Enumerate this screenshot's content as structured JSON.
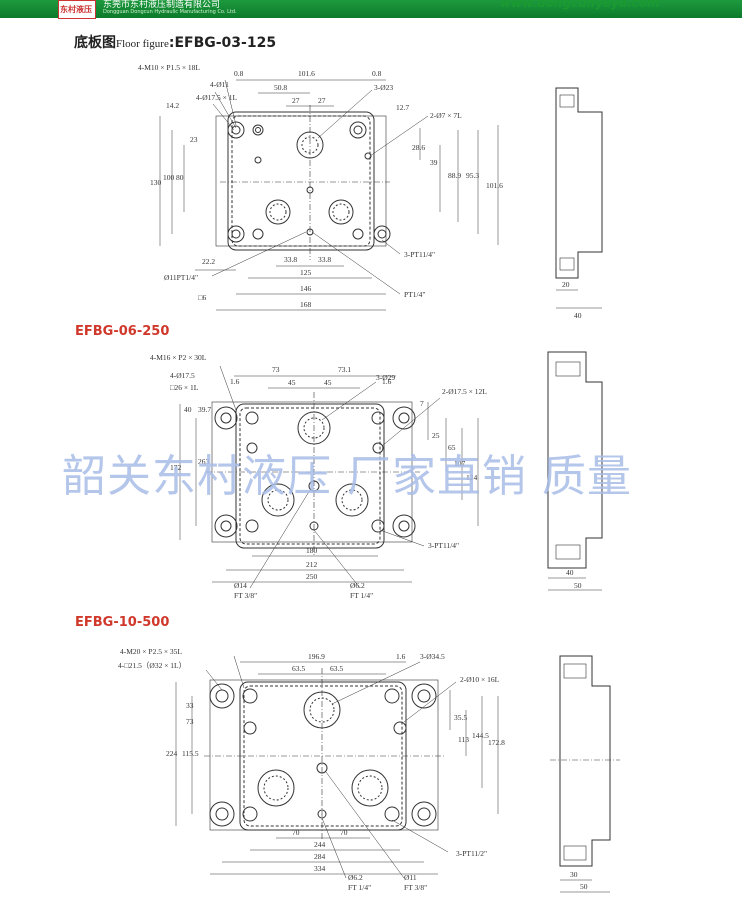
{
  "header": {
    "logo": "东村液压",
    "company_cn": "东莞市东村液压制造有限公司",
    "company_en": "Dongguan Dongcun Hydraulic Manufacturing Co. Ltd.",
    "website": "www.dongcunyeya.com"
  },
  "title": {
    "cn": "底板图",
    "en": "Floor figure",
    "model": ":EFBG-03-125"
  },
  "watermark": "韶关东村液压 厂家直销 质量",
  "d1": {
    "t1": "4-M10 × P1.5 × 18L",
    "t2": "4-Ø11",
    "t3": "4-Ø17.5 × 1L",
    "t4": "0.8",
    "t5": "101.6",
    "t6": "50.8",
    "t7": "27",
    "t8": "27",
    "t9": "0.8",
    "t10": "3-Ø23",
    "t11": "2-Ø7 × 7L",
    "t12": "12.7",
    "t13": "23",
    "t14": "14.2",
    "t15": "80",
    "t16": "100",
    "t17": "130",
    "t18": "28.6",
    "t19": "39",
    "t20": "88.9",
    "t21": "95.3",
    "t22": "101.6",
    "t23": "22.2",
    "t24": "33.8",
    "t25": "33.8",
    "t26": "125",
    "t27": "146",
    "t28": "168",
    "t29": "Ø11PT1/4\"",
    "t30": "□6",
    "t31": "3-PT11/4\"",
    "t32": "PT1/4\"",
    "t33": "20",
    "t34": "40"
  },
  "sec2": "EFBG-06-250",
  "d2": {
    "t1": "4-M16 × P2 × 30L",
    "t2": "4-Ø17.5",
    "t3": "□26 × 1L",
    "t4": "1.6",
    "t5": "73",
    "t6": "73.1",
    "t7": "1.6",
    "t8": "45",
    "t9": "45",
    "t10": "3-Ø29",
    "t11": "2-Ø17.5 × 12L",
    "t12": "39.7",
    "t13": "40",
    "t14": "172",
    "t15": "263",
    "t16": "7",
    "t17": "25",
    "t18": "65",
    "t19": "107",
    "t20": "124",
    "t21": "3-PT11/4\"",
    "t22": "180",
    "t23": "212",
    "t24": "250",
    "t25": "Ø14",
    "t26": "FT 3/8\"",
    "t27": "Ø6.2",
    "t28": "FT 1/4\"",
    "t29": "40",
    "t30": "50"
  },
  "sec3": "EFBG-10-500",
  "d3": {
    "t1": "4-M20 × P2.5 × 35L",
    "t2": "4-□21.5（Ø32 × 1L）",
    "t3": "196.9",
    "t4": "63.5",
    "t5": "63.5",
    "t6": "1.6",
    "t7": "3-Ø34.5",
    "t8": "2-Ø10 × 16L",
    "t9": "33",
    "t10": "73",
    "t11": "224",
    "t12": "115.5",
    "t13": "35.5",
    "t14": "113",
    "t15": "144.5",
    "t16": "172.8",
    "t17": "70",
    "t18": "70",
    "t19": "244",
    "t20": "284",
    "t21": "334",
    "t22": "3-PT11/2\"",
    "t23": "Ø6.2",
    "t24": "FT 1/4\"",
    "t25": "Ø11",
    "t26": "FT 3/8\"",
    "t27": "30",
    "t28": "50"
  }
}
